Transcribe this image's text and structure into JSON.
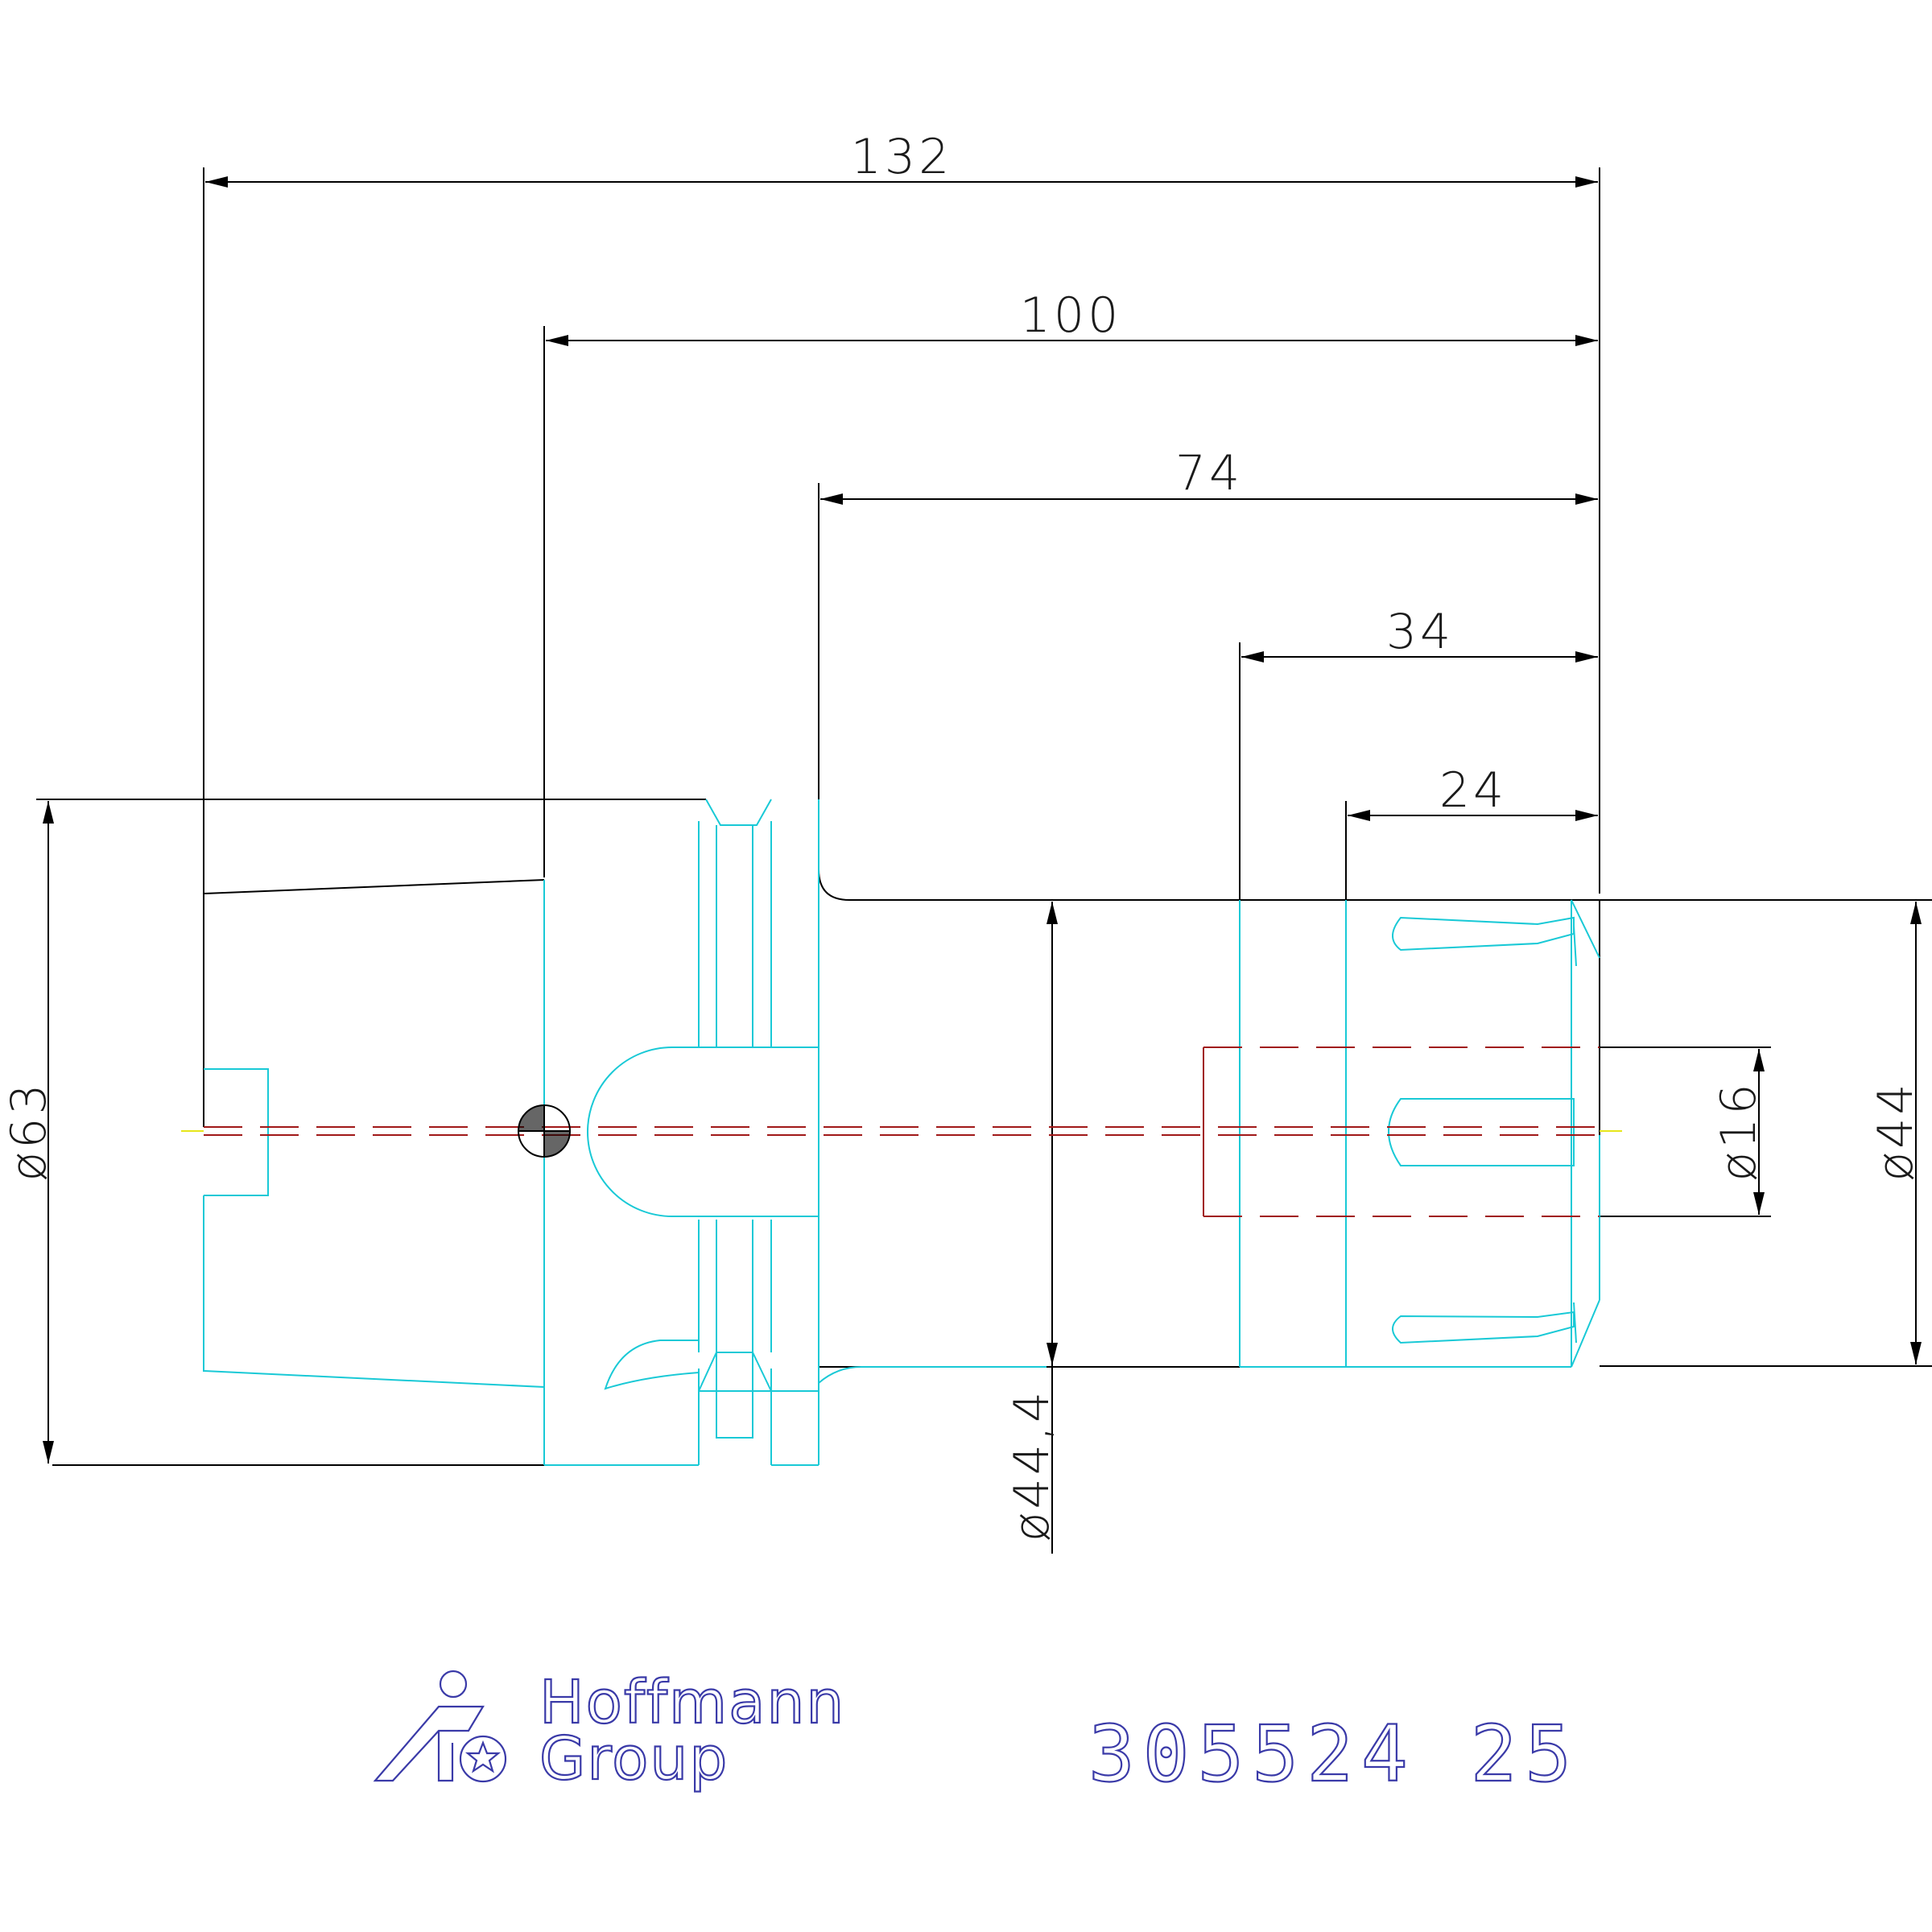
{
  "dimensions": {
    "overall_length": "132",
    "length_100": "100",
    "length_74": "74",
    "length_34": "34",
    "length_24": "24",
    "dia_63": "ø63",
    "dia_44_4": "ø44,4",
    "dia_16": "ø16",
    "dia_44": "ø44"
  },
  "brand": {
    "line1": "Hoffmann",
    "line2": "Group"
  },
  "part_number": "305524 25",
  "colors": {
    "dimension_lines": "#000000",
    "part_outline": "#19c9d6",
    "hidden_lines": "#a01818",
    "brand": "#3a3aa8"
  }
}
